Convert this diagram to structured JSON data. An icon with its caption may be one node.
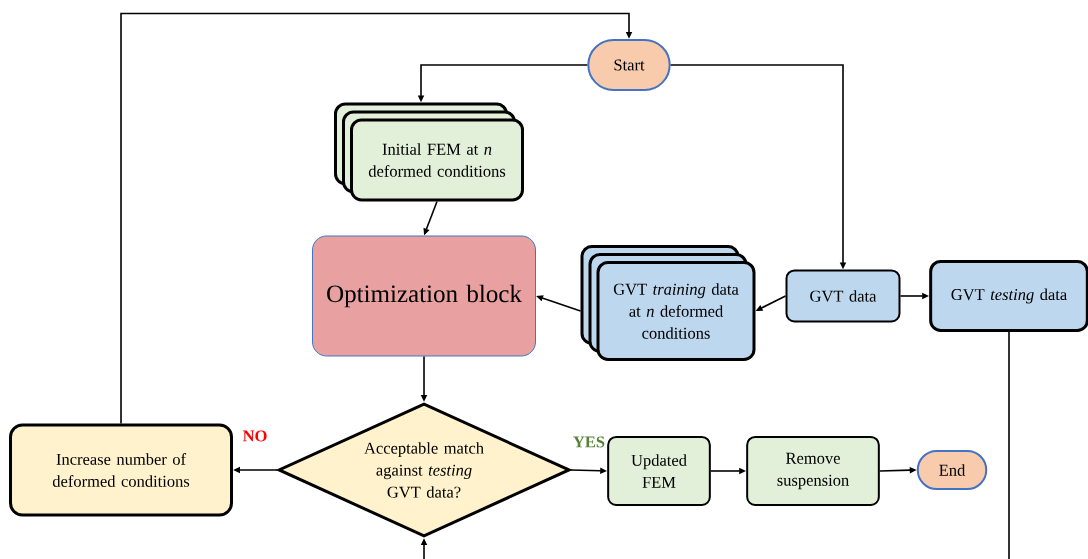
{
  "diagram": {
    "nodes": [
      {
        "text": [
          "Start"
        ]
      },
      {
        "text": [
          "Initial FEM at *n* deformed conditions"
        ]
      },
      {
        "text": [
          "Optimization block"
        ]
      },
      {
        "text": [
          "GVT *training* data at *n* deformed conditions"
        ]
      },
      {
        "text": [
          "GVT data"
        ]
      },
      {
        "text": [
          "GVT *testing* data"
        ]
      },
      {
        "text": [
          "Acceptable match against *testing* GVT data?"
        ]
      },
      {
        "text": [
          "Increase number of deformed conditions"
        ]
      },
      {
        "text": [
          "Updated FEM"
        ]
      },
      {
        "text": [
          "Remove suspension"
        ]
      },
      {
        "text": [
          "End"
        ]
      }
    ],
    "edges": [
      {
        "from": 0,
        "to": 1,
        "arrow": "to"
      },
      {
        "from": 0,
        "to": 4,
        "arrow": "to"
      },
      {
        "from": 1,
        "to": 2,
        "arrow": "to"
      },
      {
        "from": 4,
        "to": 3,
        "arrow": "to"
      },
      {
        "from": 4,
        "to": 5,
        "arrow": "to"
      },
      {
        "from": 3,
        "to": 2,
        "arrow": "to"
      },
      {
        "from": 2,
        "to": 6,
        "arrow": "to"
      },
      {
        "from": 6,
        "to": 7,
        "arrow": "to",
        "label": "NO"
      },
      {
        "from": 6,
        "to": 8,
        "arrow": "to",
        "label": "YES"
      },
      {
        "from": 8,
        "to": 9,
        "arrow": "to"
      },
      {
        "from": 9,
        "to": 10,
        "arrow": "to"
      },
      {
        "from": 7,
        "to": 0,
        "arrow": "to"
      },
      {
        "from": 5,
        "to": 6,
        "arrow": "to"
      }
    ]
  }
}
